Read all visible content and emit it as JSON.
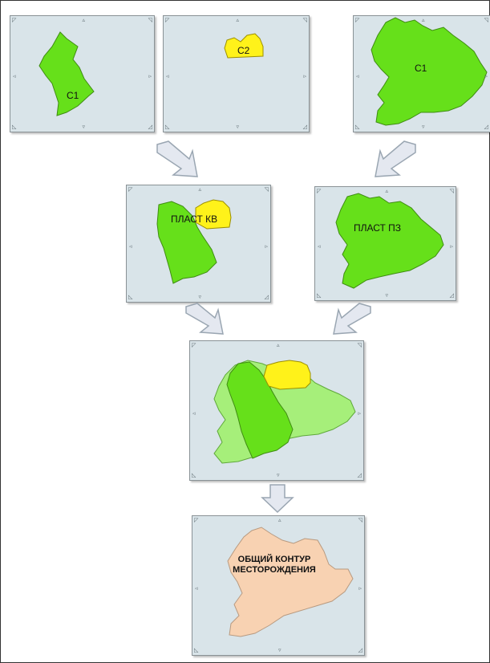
{
  "colors": {
    "panel": "#d9e4e9",
    "green": "#66e01a",
    "light_green": "#a6ef7a",
    "yellow": "#fff21a",
    "peach": "#f8d2b2",
    "arrow_fill": "#e4e8f0",
    "arrow_stroke": "#9aa6b2"
  },
  "labels": {
    "c1_left": "C1",
    "c2": "C2",
    "c1_right": "C1",
    "plast_kv": "ПЛАСТ КВ",
    "plast_pz": "ПЛАСТ ПЗ",
    "total_line1": "ОБЩИЙ КОНТУР",
    "total_line2": "МЕСТОРОЖДЕНИЯ"
  }
}
